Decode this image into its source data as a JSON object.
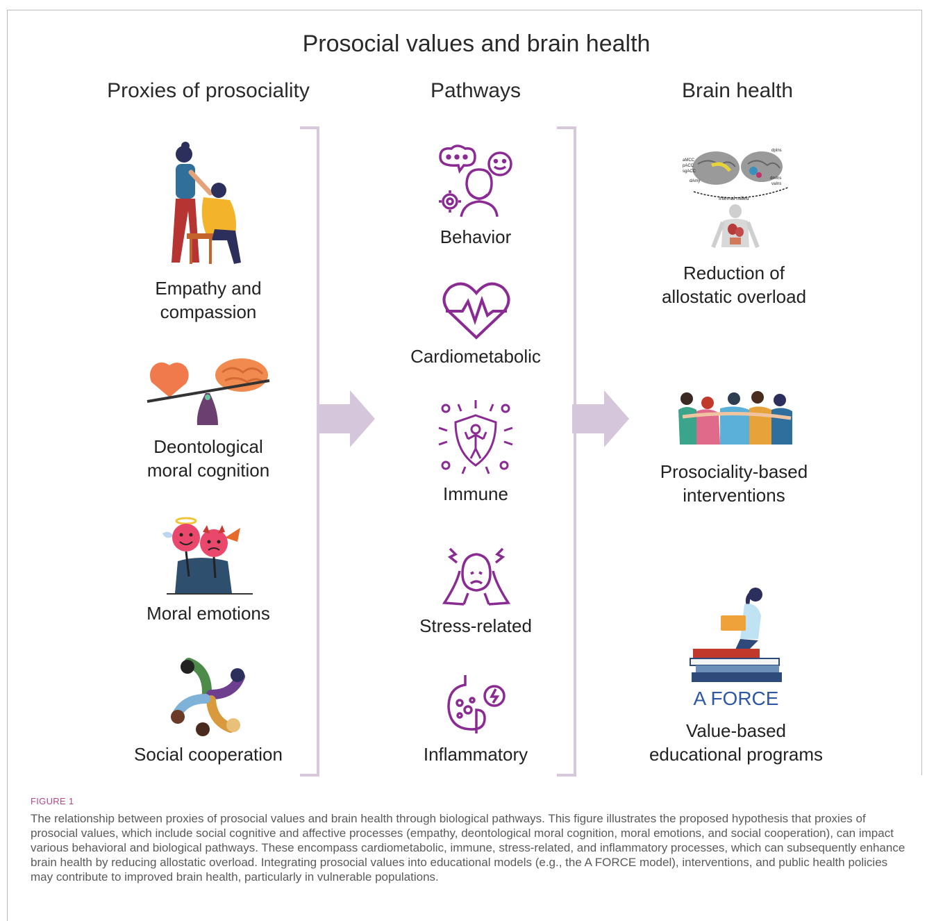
{
  "title": "Prosocial values and brain health",
  "columns": {
    "proxies": {
      "heading": "Proxies of prosociality",
      "items": [
        {
          "label_line1": "Empathy and",
          "label_line2": "compassion",
          "icon": "comforting-person-icon"
        },
        {
          "label_line1": "Deontological",
          "label_line2": "moral cognition",
          "icon": "heart-brain-seesaw-icon"
        },
        {
          "label_line1": "Moral emotions",
          "label_line2": "",
          "icon": "angel-devil-masks-icon"
        },
        {
          "label_line1": "Social cooperation",
          "label_line2": "",
          "icon": "people-circle-icon"
        }
      ]
    },
    "pathways": {
      "heading": "Pathways",
      "items": [
        {
          "label": "Behavior",
          "icon": "behavior-head-gears-icon"
        },
        {
          "label": "Cardiometabolic",
          "icon": "heartbeat-icon"
        },
        {
          "label": "Immune",
          "icon": "immune-shield-icon"
        },
        {
          "label": "Stress-related",
          "icon": "stressed-person-icon"
        },
        {
          "label": "Inflammatory",
          "icon": "inflamed-stomach-icon"
        }
      ]
    },
    "brain_health": {
      "heading": "Brain health",
      "items": [
        {
          "label_line1": "Reduction of",
          "label_line2": "allostatic overload",
          "icon": "brain-body-diagram-icon"
        },
        {
          "label_line1": "Prosociality-based",
          "label_line2": "interventions",
          "icon": "group-hug-icon"
        },
        {
          "label_line1": "Value-based",
          "label_line2": "educational programs",
          "icon": "reading-on-books-icon",
          "badge": "A FORCE"
        }
      ],
      "brain_diagram_labels": {
        "amcc": "aMCC",
        "pacc": "pACC",
        "sgacc": "sgACC",
        "damy": "dAmy",
        "dpins": "dpIns",
        "dmins": "dmIns",
        "vains": "vaIns",
        "milieu": "Internal milieu"
      }
    }
  },
  "colors": {
    "icon_purple": "#8a2b94",
    "bracket": "#d7c8dc",
    "arrow": "#d5c6dc",
    "accent_blue": "#2e57a5",
    "figure_label": "#b0488a"
  },
  "caption": {
    "figure_label": "FIGURE 1",
    "text": "The relationship between proxies of prosocial values and brain health through biological pathways. This figure illustrates the proposed hypothesis that proxies of prosocial values, which include social cognitive and affective processes (empathy, deontological moral cognition, moral emotions, and social cooperation), can impact various behavioral and biological pathways. These encompass cardiometabolic, immune, stress-related, and inflammatory processes, which can subsequently enhance brain health by reducing allostatic overload. Integrating prosocial values into educational models (e.g., the A FORCE model), interventions, and public health policies may contribute to improved brain health, particularly in vulnerable populations."
  }
}
